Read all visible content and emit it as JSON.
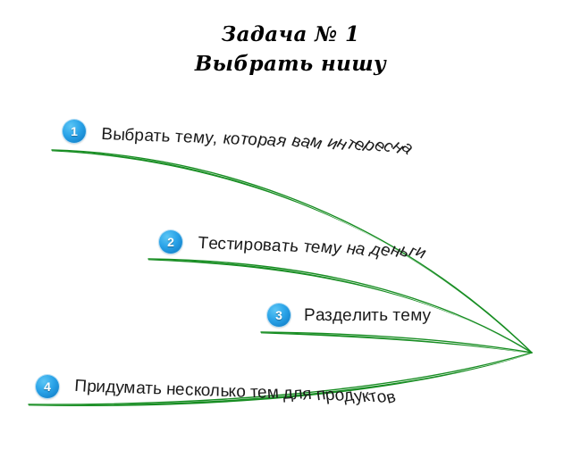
{
  "title": {
    "line1": "Задача № 1",
    "line2": "Выбрать нишу"
  },
  "colors": {
    "curve_green": "#178d22",
    "badge_blue": "#2aa3e8",
    "text_black": "#1a1a1a",
    "background": "#ffffff"
  },
  "items": [
    {
      "number": "1",
      "label": "Выбрать тему, которая вам интересна"
    },
    {
      "number": "2",
      "label": "Тестировать тему на деньги"
    },
    {
      "number": "3",
      "label": "Разделить тему"
    },
    {
      "number": "4",
      "label": "Придумать несколько тем для продуктов"
    }
  ],
  "diagram": {
    "convergence_point": "595, 395",
    "curve_count": "4"
  }
}
